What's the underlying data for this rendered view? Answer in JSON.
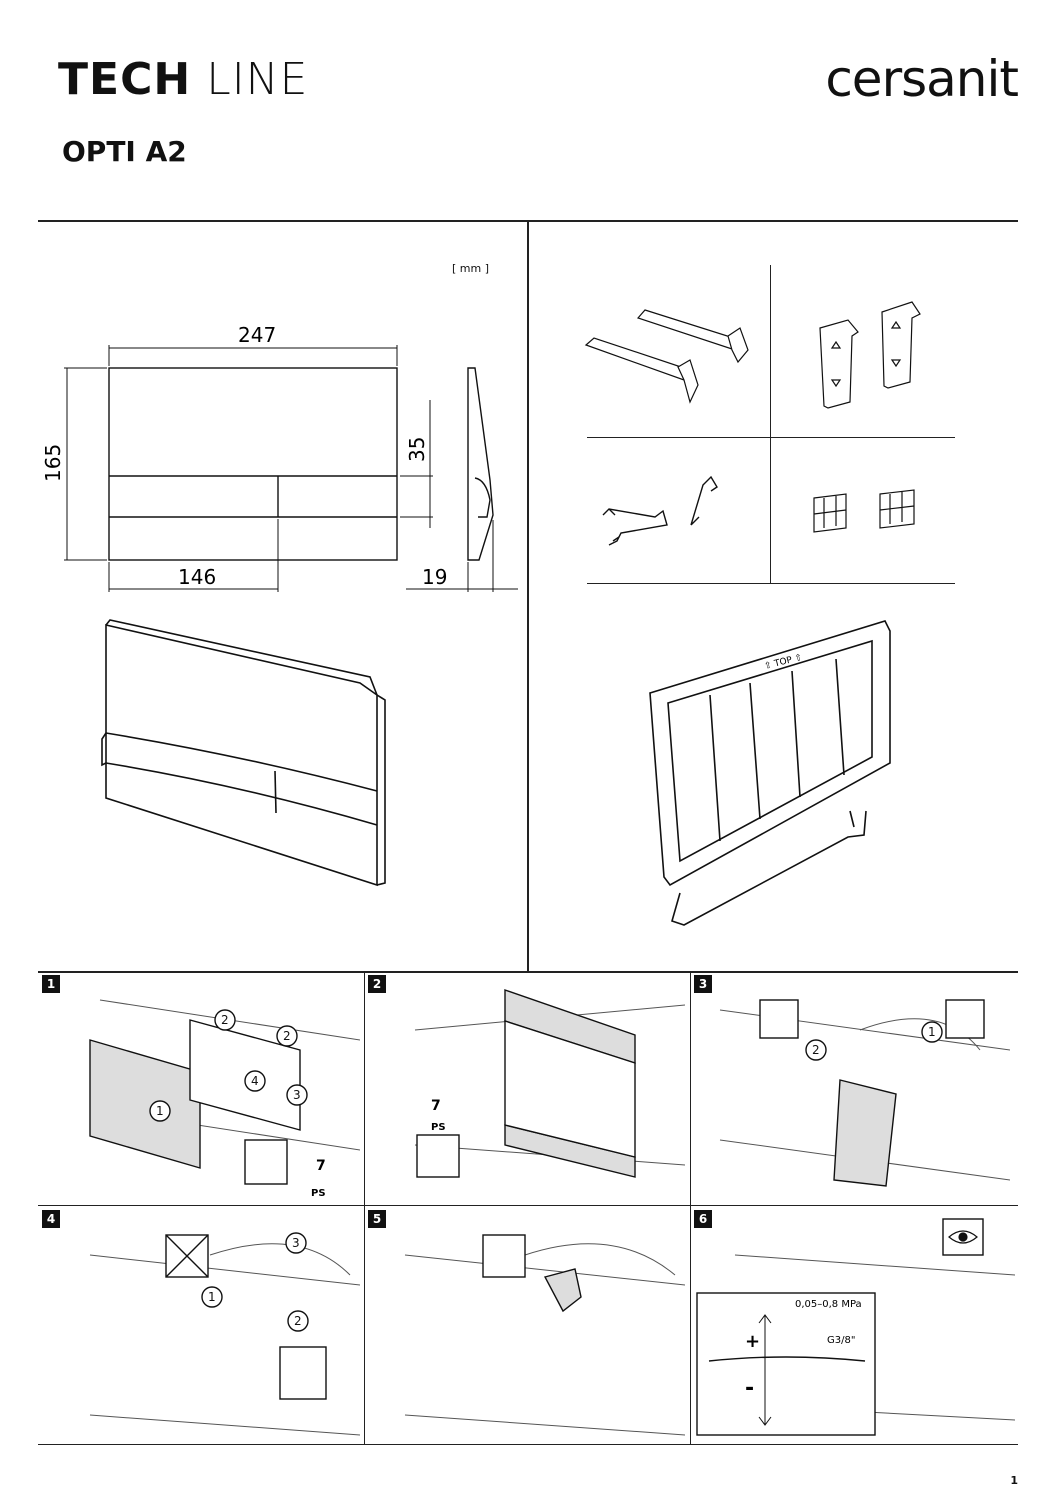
{
  "header": {
    "brand_bold": "TECH",
    "brand_light": "LINE",
    "model": "OPTI A2",
    "logo": "cersanit"
  },
  "dimensions": {
    "unit": "[ mm ]",
    "width": "247",
    "height": "165",
    "button_height": "35",
    "button_left_width": "146",
    "depth": "19"
  },
  "install": {
    "frame_label": "⇧ TOP ⇧",
    "recycle_code": "7",
    "recycle_material": "PS",
    "pressure": "0,05–0,8 MPa",
    "thread": "G3/8\"",
    "plus": "+",
    "minus": "-"
  },
  "steps": [
    "1",
    "2",
    "3",
    "4",
    "5",
    "6"
  ],
  "page_number": "1"
}
